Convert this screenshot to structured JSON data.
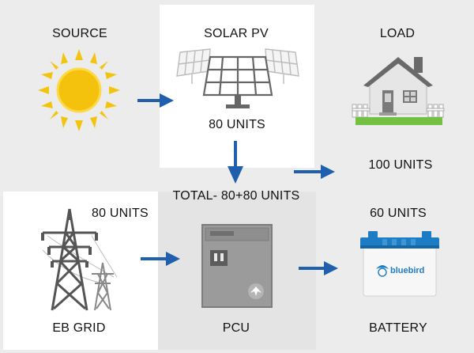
{
  "nodes": {
    "source": {
      "label": "SOURCE"
    },
    "solar_pv": {
      "label": "SOLAR PV",
      "units": "80 UNITS"
    },
    "load": {
      "label": "LOAD",
      "units": "100 UNITS"
    },
    "eb_grid": {
      "label": "EB GRID",
      "units": "80 UNITS"
    },
    "pcu": {
      "label": "PCU",
      "total": "TOTAL- 80+80 UNITS"
    },
    "battery": {
      "label": "BATTERY",
      "units": "60 UNITS",
      "brand": "bluebird"
    }
  },
  "colors": {
    "arrow": "#1f5fad",
    "sun": "#f2c40f",
    "panel_frame": "#666666",
    "grass": "#74c043",
    "battery_top": "#1c7cc4"
  },
  "icons": [
    "sun-icon",
    "solar-panel-icon",
    "house-icon",
    "transmission-tower-icon",
    "pcu-cabinet-icon",
    "battery-icon"
  ]
}
